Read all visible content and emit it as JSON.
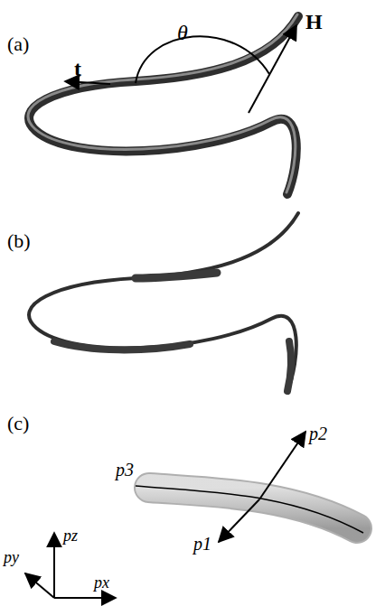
{
  "diagram": {
    "labels": [
      "(a)",
      "θ",
      "t",
      "H",
      "(b)",
      "(c)",
      "p3",
      "p2",
      "p1",
      "pz",
      "py",
      "px"
    ]
  }
}
